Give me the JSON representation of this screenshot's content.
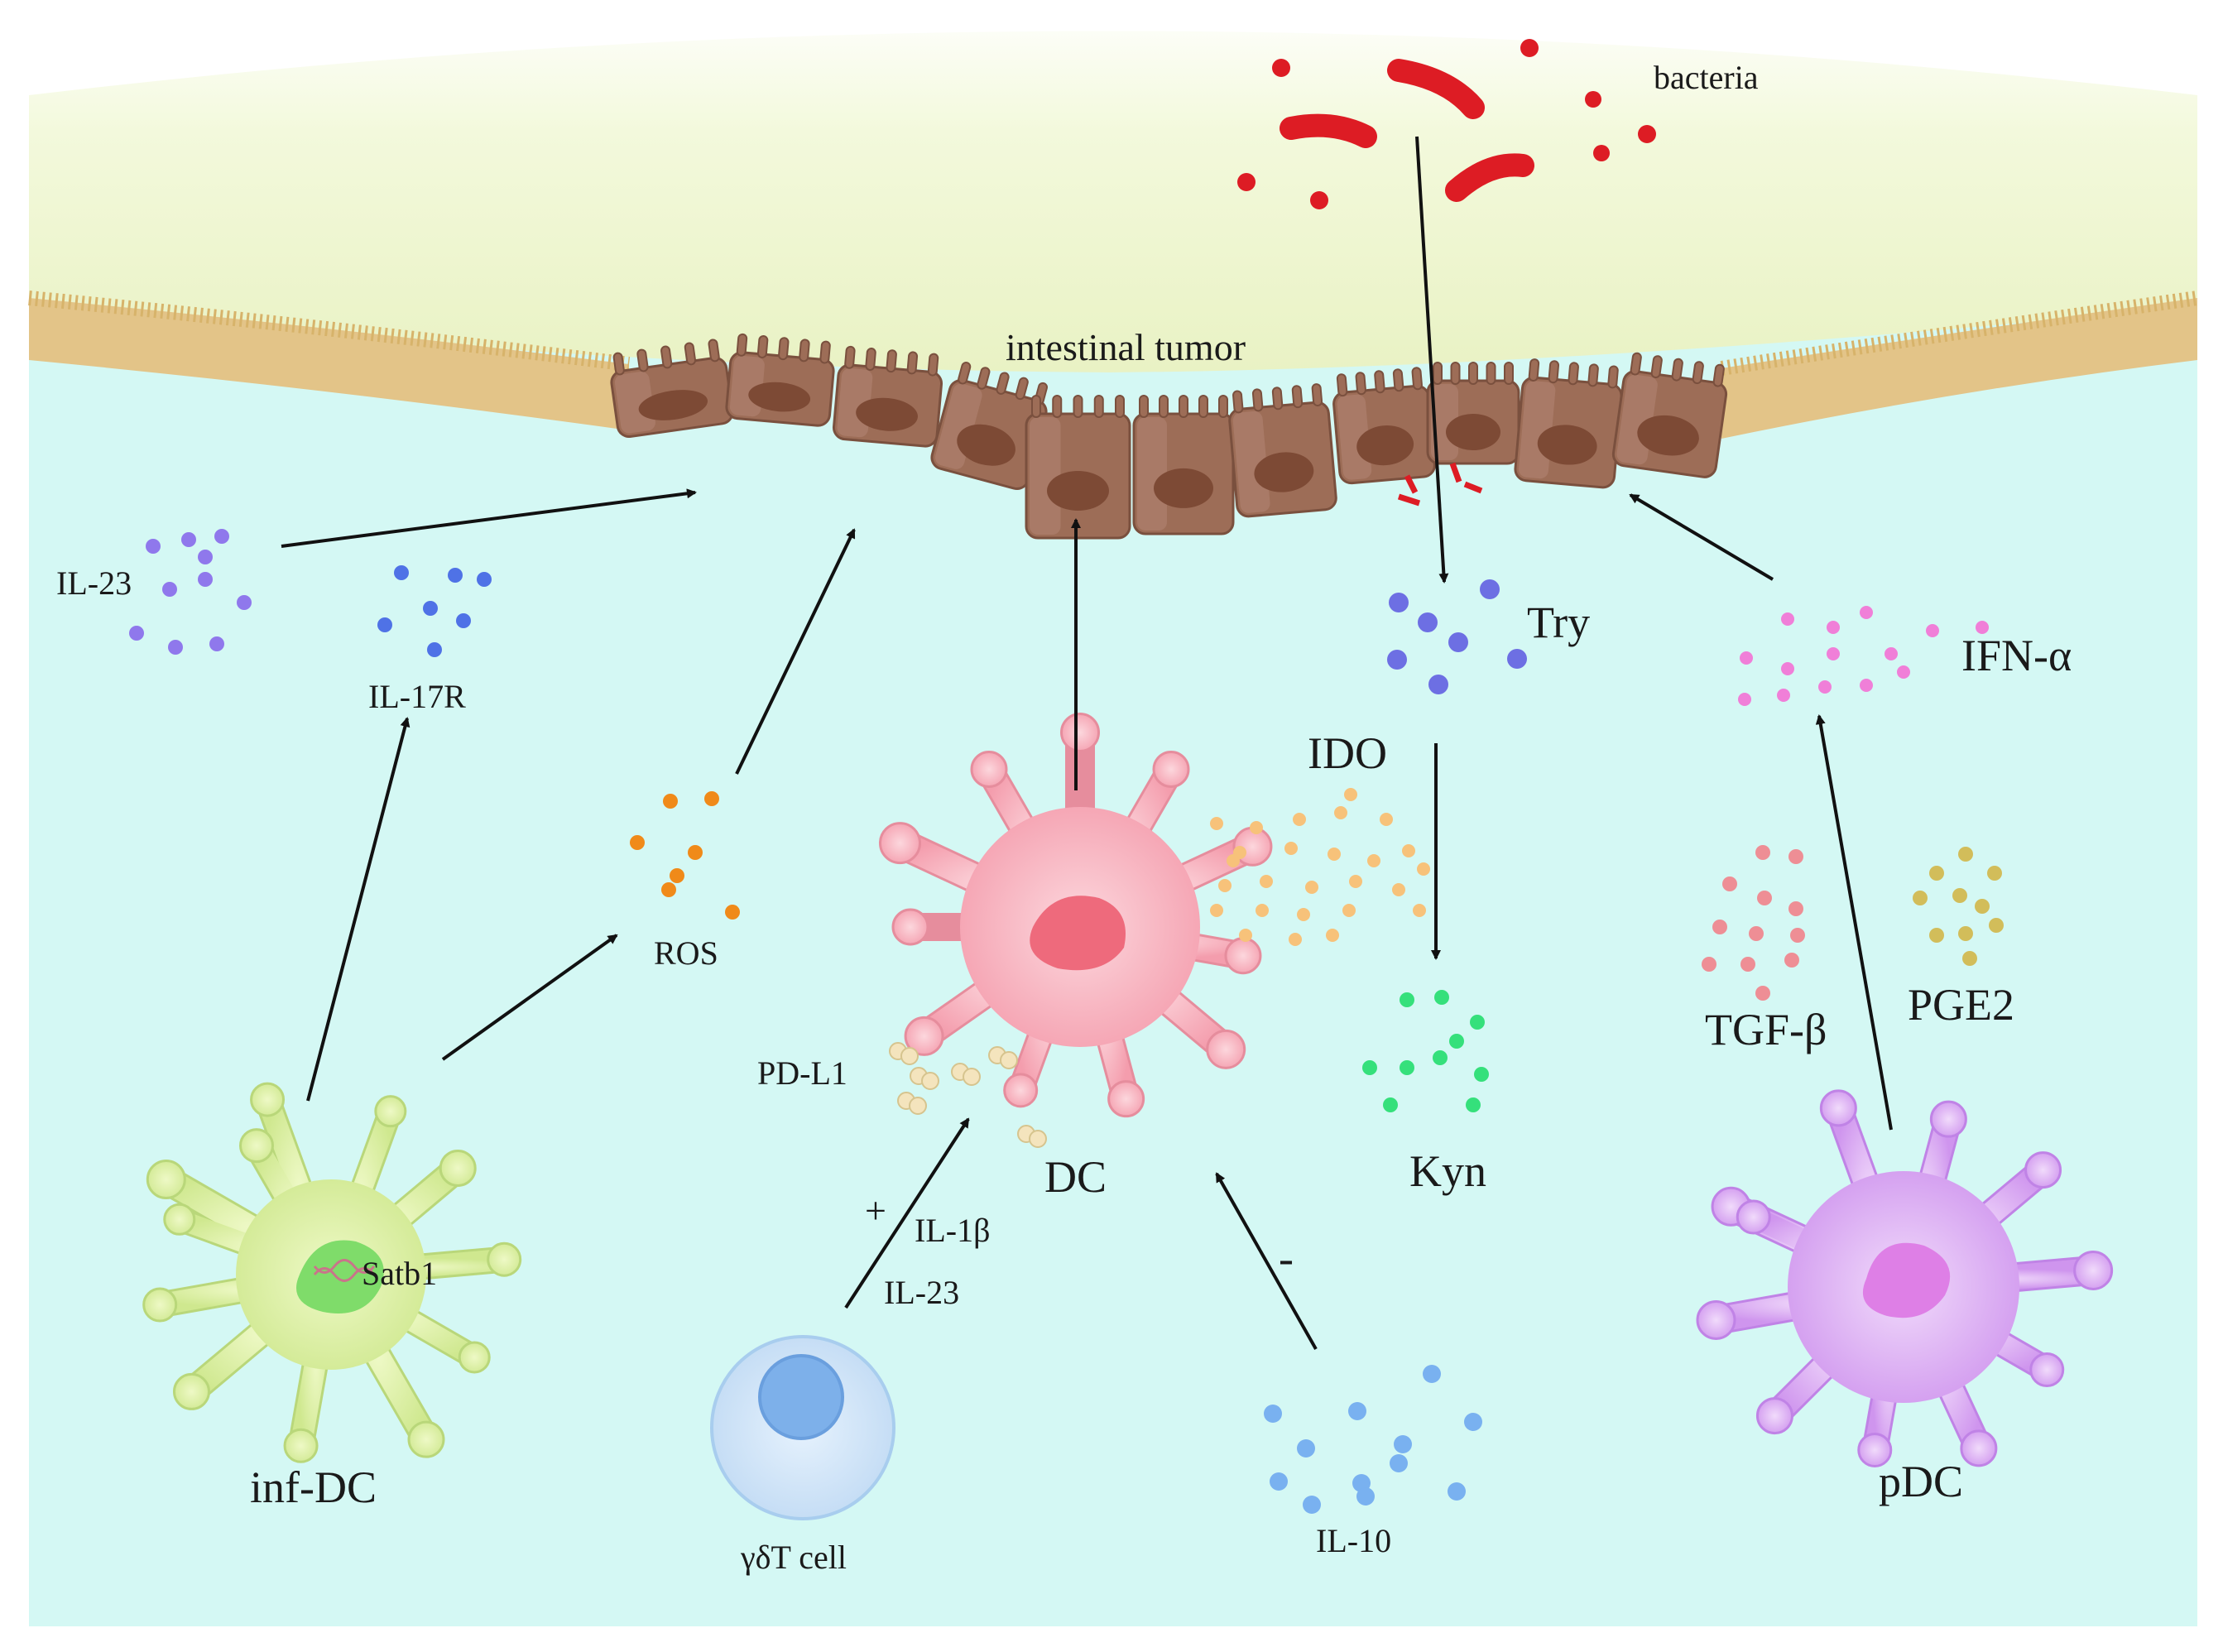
{
  "labels": {
    "bacteria": "bacteria",
    "tumor": "intestinal tumor",
    "il23_top": "IL-23",
    "il17r": "IL-17R",
    "ros": "ROS",
    "try": "Try",
    "ido": "IDO",
    "kyn": "Kyn",
    "ifn": "IFN-α",
    "tgf": "TGF-β",
    "pge2": "PGE2",
    "pdl1": "PD-L1",
    "dc": "DC",
    "plus": "+",
    "il1b": "IL-1β",
    "il23_bottom": "IL-23",
    "minus": "-",
    "gdt": "γδT cell",
    "il10": "IL-10",
    "infdc": "inf-DC",
    "satb1": "Satb1",
    "pdc": "pDC"
  },
  "colors": {
    "lumen": "#f0f8d4",
    "tissue": "#d4f8f4",
    "tumor": "#9a6a55",
    "bacteria": "#dd1c24",
    "infdc": "#d6ef9c",
    "dc": "#f7a9b6",
    "pdc": "#d59ff0",
    "tcell": "#b7d8f3",
    "il23": "#8f78ec",
    "il17r": "#4f72e6",
    "ros": "#f08a19",
    "try": "#6d6fe3",
    "kyn": "#35e07b",
    "ifn": "#f07fd8",
    "tgf": "#ee8e95",
    "pge2": "#d2bd5a",
    "ido": "#f7c27a",
    "il10": "#79b1f0"
  },
  "icons": [
    "bacteria-icon",
    "tumor-epithelium-icon",
    "inf-dc-cell-icon",
    "dc-cell-icon",
    "pdc-cell-icon",
    "gamma-delta-t-cell-icon"
  ]
}
